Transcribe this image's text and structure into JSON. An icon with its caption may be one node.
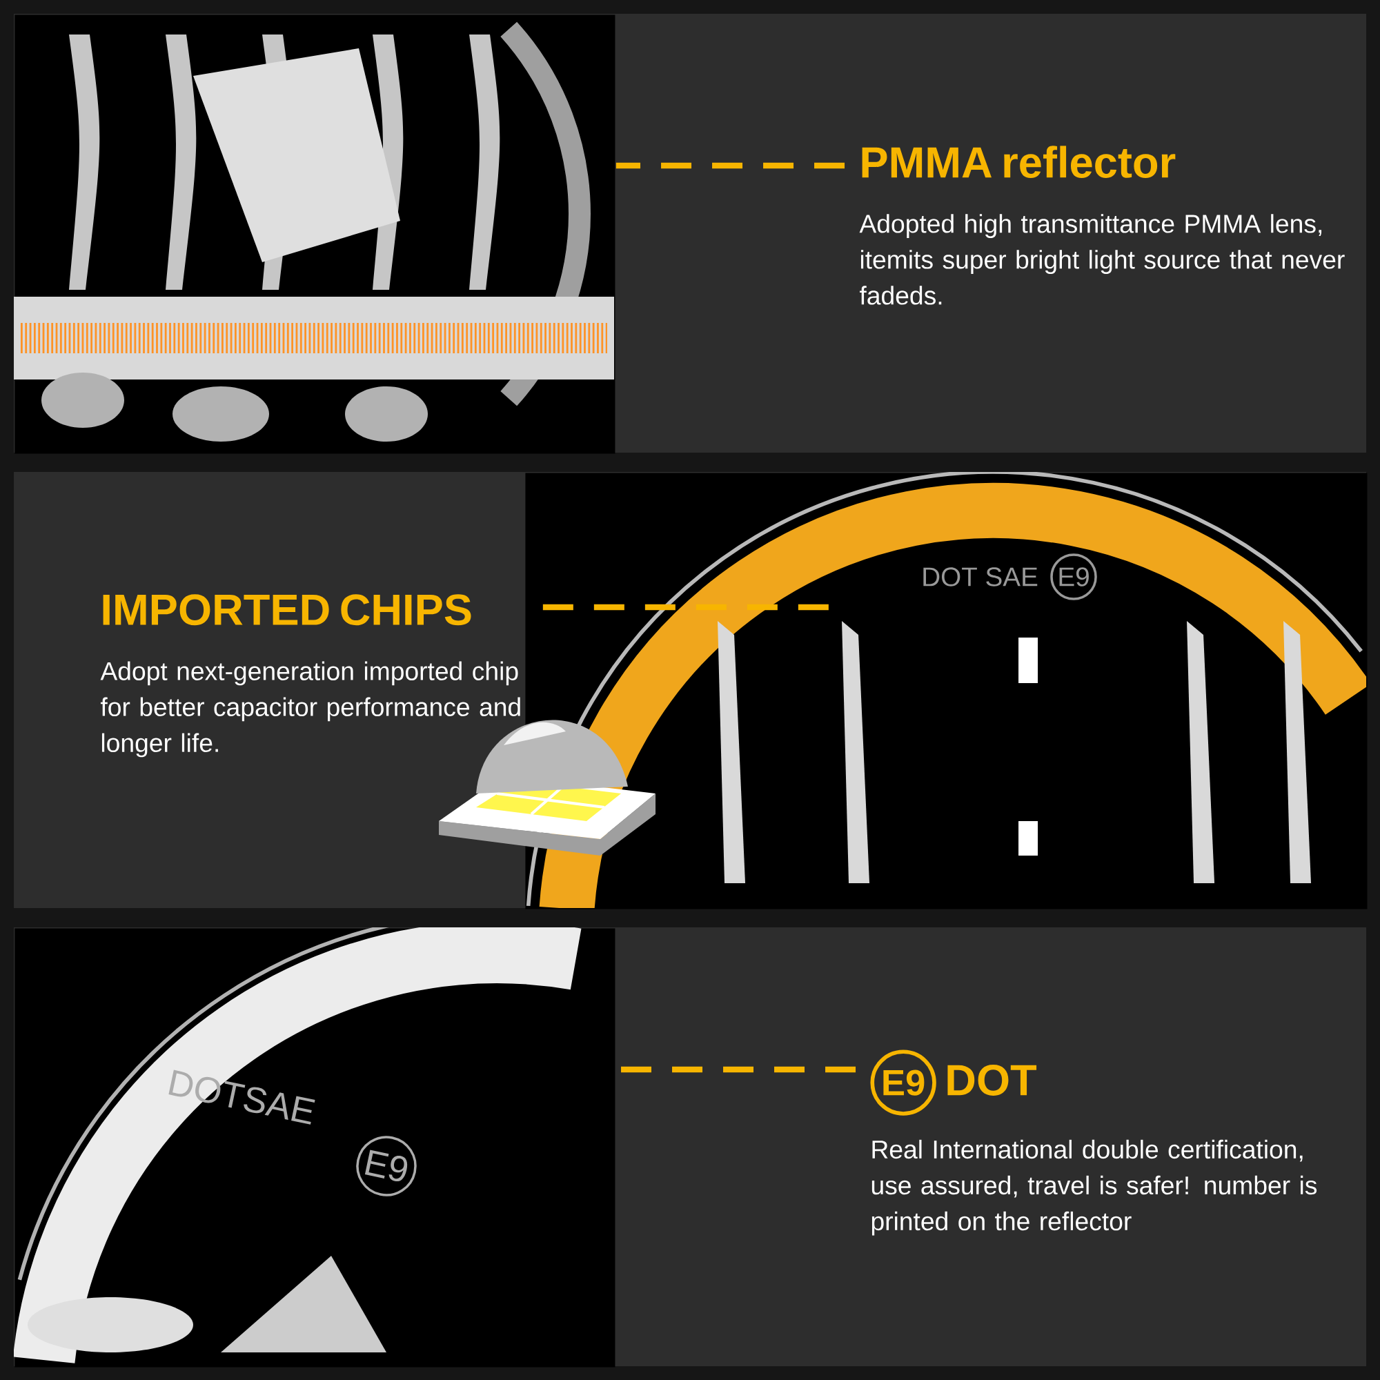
{
  "diagram": {
    "nodes": [
      {
        "text": [
          "PMMA reflector",
          "Adopted high transmittance PMMA lens, itemits super bright light source that never fadeds."
        ]
      },
      {
        "text": [],
        "shape": "picture"
      },
      {
        "text": [
          "IMPORTED CHIPS",
          "Adopt next-generation imported chip for better capacitor performance and longer life."
        ]
      },
      {
        "text": [],
        "shape": "picture"
      },
      {
        "text": [
          "E9",
          "DOT",
          "Real International double certification, use assured, travel is safer! number is printed on the reflector"
        ]
      },
      {
        "text": [],
        "shape": "picture"
      }
    ],
    "edges": [
      {
        "from": 0,
        "to": 1,
        "arrow": "none",
        "style": "dashed"
      },
      {
        "from": 2,
        "to": 3,
        "arrow": "none",
        "style": "dashed"
      },
      {
        "from": 4,
        "to": 5,
        "arrow": "none",
        "style": "dashed"
      }
    ],
    "labels": [
      "DOT SAE",
      "E9",
      "DOTSAE",
      "E9"
    ]
  }
}
